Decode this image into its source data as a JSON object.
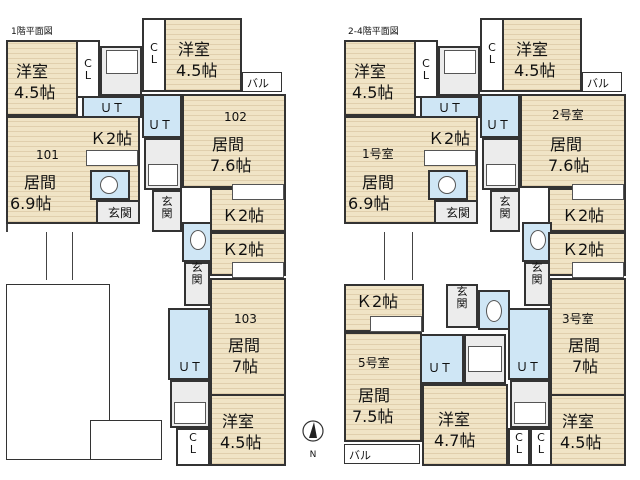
{
  "floor1": {
    "title": "1階平面図",
    "r_101_youshitsu": "洋室",
    "r_101_youshitsu_size": "4.5帖",
    "r_101_cl": "C\nL",
    "r_101_ut": "ＵＴ",
    "r_101_k": "Ｋ2帖",
    "r_101_no": "101",
    "r_101_ima": "居間",
    "r_101_ima_size": "6.9帖",
    "r_101_genkan": "玄関",
    "r_102_cl": "C\nL",
    "r_102_youshitsu": "洋室",
    "r_102_youshitsu_size": "4.5帖",
    "r_102_bal": "バル",
    "r_102_ut": "ＵＴ",
    "r_102_no": "102",
    "r_102_ima": "居間",
    "r_102_ima_size": "7.6帖",
    "r_102_genkan": "玄\n関",
    "r_102_k": "Ｋ2帖",
    "r_103_k": "Ｋ2帖",
    "r_103_genkan": "玄\n関",
    "r_103_no": "103",
    "r_103_ima": "居間",
    "r_103_ima_size": "7帖",
    "r_103_ut": "ＵＴ",
    "r_103_youshitsu": "洋室",
    "r_103_youshitsu_size": "4.5帖",
    "r_103_cl": "C\nL"
  },
  "floor2": {
    "title": "2-4階平面図",
    "r1_youshitsu": "洋室",
    "r1_youshitsu_size": "4.5帖",
    "r1_cl": "C\nL",
    "r1_ut": "ＵＴ",
    "r1_k": "Ｋ2帖",
    "r1_no": "1号室",
    "r1_ima": "居間",
    "r1_ima_size": "6.9帖",
    "r1_genkan": "玄関",
    "r2_cl": "C\nL",
    "r2_youshitsu": "洋室",
    "r2_youshitsu_size": "4.5帖",
    "r2_bal": "バル",
    "r2_ut": "ＵＴ",
    "r2_no": "2号室",
    "r2_ima": "居間",
    "r2_ima_size": "7.6帖",
    "r2_genkan": "玄\n関",
    "r2_k": "Ｋ2帖",
    "r3_k": "Ｋ2帖",
    "r3_genkan": "玄\n関",
    "r3_no": "3号室",
    "r3_ima": "居間",
    "r3_ima_size": "7帖",
    "r3_ut": "ＵＴ",
    "r3_youshitsu": "洋室",
    "r3_youshitsu_size": "4.5帖",
    "r3_cl1": "C\nL",
    "r3_cl2": "C\nL",
    "r5_k": "Ｋ2帖",
    "r5_genkan": "玄\n関",
    "r5_ut": "ＵＴ",
    "r5_no": "5号室",
    "r5_ima": "居間",
    "r5_ima_size": "7.5帖",
    "r5_youshitsu": "洋室",
    "r5_youshitsu_size": "4.7帖",
    "r5_bal": "バル"
  },
  "compass": {
    "label": "N"
  }
}
